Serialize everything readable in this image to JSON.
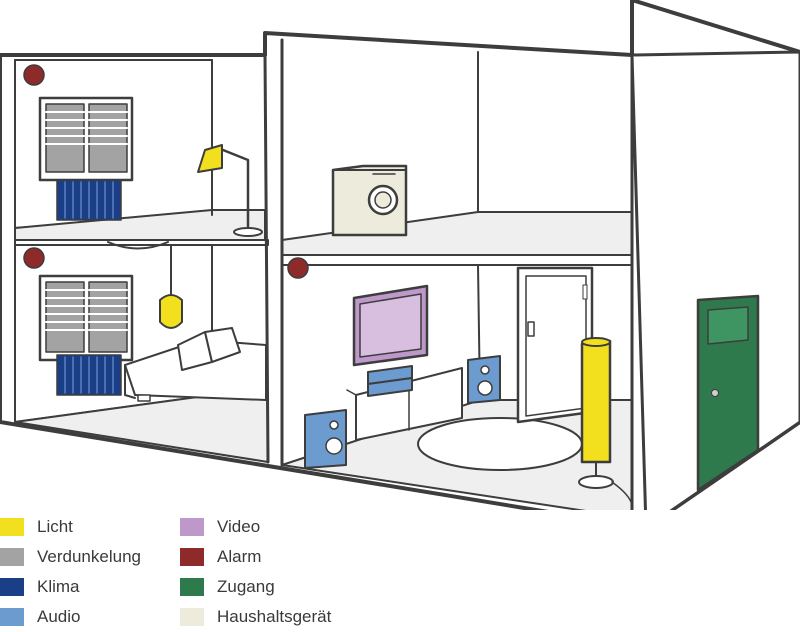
{
  "colors": {
    "outline": "#3d3d3d",
    "wall": "#ffffff",
    "floor": "#efefef",
    "light": "#f2df1e",
    "shading": "#a3a3a3",
    "climate": "#1b3f86",
    "audio": "#6c9ccf",
    "video": "#bf98cb",
    "alarm": "#8f2a2a",
    "access": "#2f7a4c",
    "appliance": "#ecebdc"
  },
  "legend": [
    {
      "label": "Licht",
      "color": "#f2df1e",
      "icon": "light-swatch"
    },
    {
      "label": "Verdunkelung",
      "color": "#a3a3a3",
      "icon": "shading-swatch"
    },
    {
      "label": "Klima",
      "color": "#1b3f86",
      "icon": "climate-swatch"
    },
    {
      "label": "Audio",
      "color": "#6c9ccf",
      "icon": "audio-swatch"
    },
    {
      "label": "Video",
      "color": "#bf98cb",
      "icon": "video-swatch"
    },
    {
      "label": "Alarm",
      "color": "#8f2a2a",
      "icon": "alarm-swatch"
    },
    {
      "label": "Zugang",
      "color": "#2f7a4c",
      "icon": "access-swatch"
    },
    {
      "label": "Haushaltsgerät",
      "color": "#ecebdc",
      "icon": "appliance-swatch"
    }
  ]
}
